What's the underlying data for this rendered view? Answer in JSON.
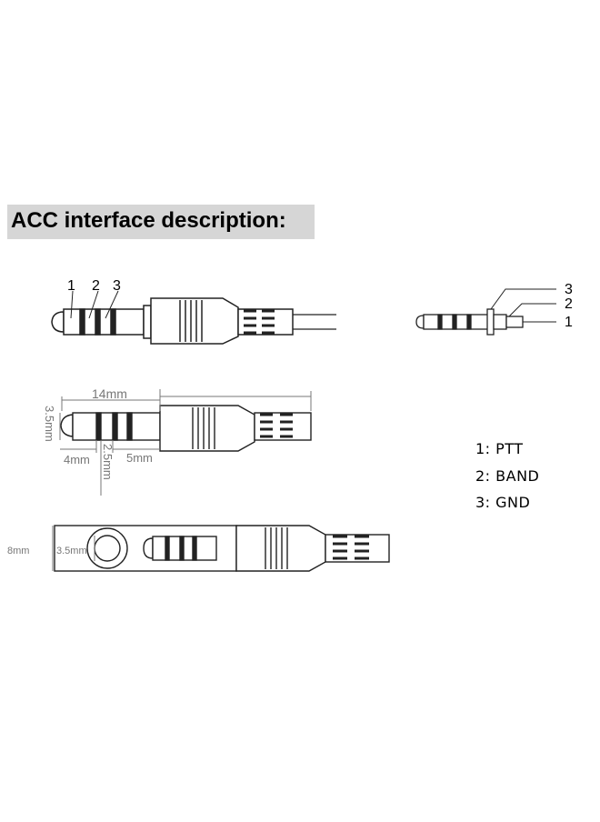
{
  "title": "ACC interface description:",
  "fig1": {
    "labels": [
      "1",
      "2",
      "3"
    ]
  },
  "fig2": {
    "labels": [
      "3",
      "2",
      "1"
    ]
  },
  "fig3": {
    "dims": {
      "length": "14mm",
      "dia": "3.5mm",
      "tip": "4mm",
      "ring": "2.5mm",
      "sleeve": "5mm"
    }
  },
  "fig4": {
    "dims": {
      "outer": "8mm",
      "inner": "3.5mm"
    }
  },
  "legend": [
    {
      "text": "1:  PTT"
    },
    {
      "text": "2:  BAND"
    },
    {
      "text": "3:  GND"
    }
  ],
  "colors": {
    "line": "#222222",
    "dim": "#777777",
    "title_bg": "#d6d6d6"
  }
}
